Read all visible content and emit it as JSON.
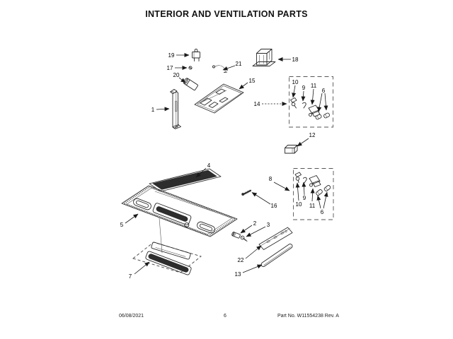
{
  "title": "INTERIOR AND VENTILATION PARTS",
  "footer": {
    "date": "06/08/2021",
    "page": "6",
    "part_info": "Part No. W11554238  Rev. A"
  },
  "colors": {
    "ink": "#1a1a1a",
    "panel_dark": "#2d2d2d",
    "background": "#ffffff"
  },
  "callouts": {
    "1": "1",
    "2": "2",
    "3": "3",
    "4": "4",
    "5": "5",
    "6": "6",
    "7": "7",
    "8": "8",
    "9": "9",
    "10": "10",
    "11": "11",
    "12": "12",
    "13": "13",
    "14": "14",
    "15": "15",
    "16": "16",
    "17": "17",
    "18": "18",
    "19": "19",
    "20": "20",
    "21": "21",
    "22": "22"
  }
}
